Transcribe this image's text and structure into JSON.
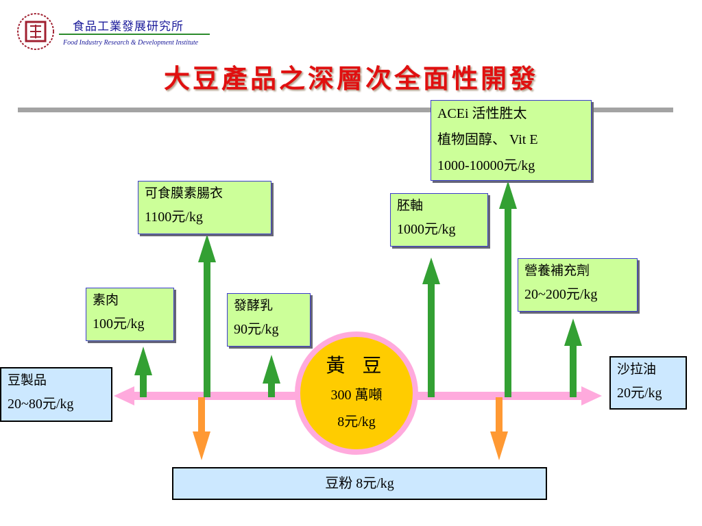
{
  "header": {
    "institute_zh": "食品工業發展研究所",
    "institute_en": "Food Industry Research & Development Institute",
    "logo_icon": "institute-seal-logo"
  },
  "title": "大豆產品之深層次全面性開發",
  "center": {
    "name": "黃 豆",
    "amount": "300 萬噸",
    "price": "8元/kg"
  },
  "boxes": {
    "acei": {
      "line1": "ACEi 活性胜太",
      "line2": "植物固醇、 Vit E",
      "line3": "1000-10000元/kg"
    },
    "casing": {
      "line1": "可食膜素腸衣",
      "line2": "1100元/kg"
    },
    "germ": {
      "line1": "胚軸",
      "line2": "1000元/kg"
    },
    "meat": {
      "line1": "素肉",
      "line2": "100元/kg"
    },
    "yogurt": {
      "line1": "發酵乳",
      "line2": "90元/kg"
    },
    "nutrition": {
      "line1": "營養補充劑",
      "line2": "20~200元/kg"
    },
    "soy_products": {
      "line1": "豆製品",
      "line2": "20~80元/kg"
    },
    "salad_oil": {
      "line1": "沙拉油",
      "line2": "20元/kg"
    },
    "soy_flour": {
      "line1": "豆粉 8元/kg"
    }
  },
  "colors": {
    "title": "#e01010",
    "up_arrow": "#33a033",
    "down_arrow": "#ff9933",
    "axis": "#ffaadd",
    "soy_fill": "#ffcc00",
    "green_box": "#ccff99",
    "blue_box": "#cce8ff"
  }
}
